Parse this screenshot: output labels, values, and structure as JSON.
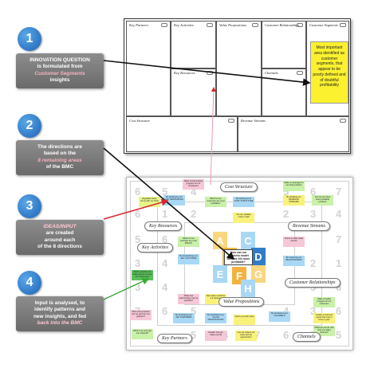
{
  "steps": [
    {
      "number": "1",
      "line1": "INNOVATION QUESTION",
      "line2": "is formulated from",
      "highlight": "Customer Segments",
      "line3": "insights"
    },
    {
      "number": "2",
      "line1": "The directions are",
      "line2": "based on the",
      "highlight": "8 remaining areas",
      "line3": "of the BMC"
    },
    {
      "number": "3",
      "highlight": "IDEAS/INPUT",
      "line1": "are created",
      "line2": "around each",
      "line3": "of the 8 directions"
    },
    {
      "number": "4",
      "line1": "Input is analysed, to",
      "line2": "identify patterns and",
      "line3": "new insights, and fed",
      "highlight": "back into the BMC"
    }
  ],
  "bmc": {
    "key_partners": "Key Partners",
    "key_activities": "Key Activities",
    "key_resources": "Key Resources",
    "value_propositions": "Value Propositions",
    "customer_relationships": "Customer Relationships",
    "channels": "Channels",
    "customer_segments": "Customer Segments",
    "cost_structure": "Cost Structure",
    "revenue_streams": "Revenue Streams",
    "yellow_note": "Most important area identified as customer segments, that appear to be poorly defined and of doubtful profitability"
  },
  "board": {
    "labels": {
      "cost_structure": "Cost Structure",
      "key_resources": "Key Resources",
      "revenue_streams": "Revenue Streams",
      "key_activities": "Key Activities",
      "customer_relationships": "Customer Relationships",
      "value_propositions": "Value Propositions",
      "key_partners": "Key Partners",
      "channels": "Channels"
    },
    "center_question": "How can our business model become 10x more profitable?",
    "letters": [
      "A",
      "B",
      "C",
      "D",
      "E",
      "F",
      "G",
      "H"
    ],
    "numbers": [
      "6",
      "5",
      "4",
      "5",
      "6",
      "7",
      "6",
      "1",
      "2",
      "2",
      "3",
      "4",
      "5",
      "6",
      "7",
      "3",
      "4",
      "2",
      "1",
      "3",
      "4",
      "5",
      "6",
      "7",
      "6",
      "5",
      "4",
      "3",
      "6",
      "6",
      "5",
      "4",
      "7",
      "6",
      "7",
      "5"
    ],
    "postits": [
      {
        "text": "Negotiate better terms with our bank",
        "color": "#e8f58a"
      },
      {
        "text": "By developing our KEY RESOURCES",
        "color": "#a8d8f5"
      },
      {
        "text": "Make formal training program for our employees",
        "color": "#f6c7d7"
      },
      {
        "text": "Which of our resources are most profitable?",
        "color": "#c9f1a8"
      },
      {
        "text": "By looking at our COST STRUCTURE",
        "color": "#a8d8f5"
      },
      {
        "text": "Cut our variable costs in half",
        "color": "#f9f27a"
      },
      {
        "text": "Make a campaign for our best products",
        "color": "#c9f1a8"
      },
      {
        "text": "By doubling our REVENUE STREAMS",
        "color": "#f9f27a"
      },
      {
        "text": "Cut out our three least profitable products",
        "color": "#c9f1a8"
      },
      {
        "text": "Which of our activities are most difficult?",
        "color": "#c9f1a8"
      },
      {
        "text": "By streamlining our KEY ACTIVITIES",
        "color": "#a8d8f5"
      },
      {
        "text": "Focus on after sales service",
        "color": "#f6c7d7"
      },
      {
        "text": "By improving our RELATIONSHIPS",
        "color": "#a8d8f5"
      },
      {
        "text": "Which activities are really popular among our customers?",
        "color": "#5abf5a"
      },
      {
        "text": "What new partnerships may be possible?",
        "color": "#f6c7d7"
      },
      {
        "text": "New sales model for our partners",
        "color": "#f9f27a"
      },
      {
        "text": "Make a loyalty program for our customers",
        "color": "#c9f1a8"
      },
      {
        "text": "Create a customer panel that meet 3 times a year",
        "color": "#f9f27a"
      },
      {
        "text": "What new products can we get from our partners?",
        "color": "#f6c7d7"
      },
      {
        "text": "By developing our KEY PARTNERS",
        "color": "#a8d8f5"
      },
      {
        "text": "By developing our VALUE PROPOSITIONS",
        "color": "#a8d8f5"
      },
      {
        "text": "Open up a web shop",
        "color": "#f9f27a"
      },
      {
        "text": "By developing our CHANNELS",
        "color": "#a8d8f5"
      },
      {
        "text": "What if we only had one channel?",
        "color": "#c9f1a8"
      },
      {
        "text": "Explain how we make a profit",
        "color": "#f6c7d7"
      },
      {
        "text": "Can we reduce our costs with an opportunity?",
        "color": "#f9f27a"
      },
      {
        "text": "What can we do with only one sales channel?",
        "color": "#c9f1a8"
      }
    ]
  },
  "colors": {
    "accent_blue": "#1d62b5",
    "arrow_green": "#3aa83a",
    "arrow_red": "#d9262f",
    "note_yellow": "#fbf12f",
    "letter_colors": [
      "#f9d77f",
      "#f3b23f",
      "#a8d8f5",
      "#2f7cc8",
      "#a8d8f5",
      "#f3b23f",
      "#f9d77f",
      "#a8d8f5"
    ]
  }
}
